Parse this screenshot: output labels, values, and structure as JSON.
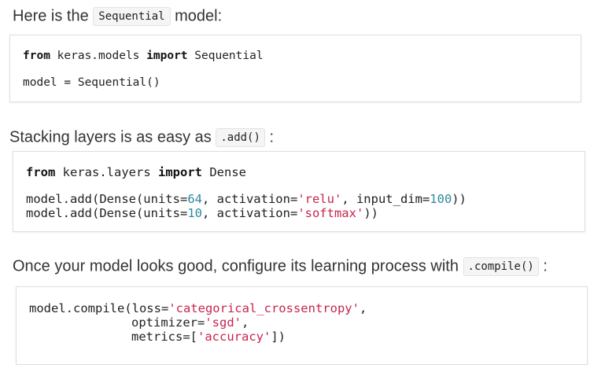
{
  "section1": {
    "text_before": "Here is the",
    "inline_code": "Sequential",
    "text_after": "model:",
    "code": {
      "line1": {
        "kw_from": "from",
        "module": "keras.models",
        "kw_import": "import",
        "name": "Sequential"
      },
      "line2": "model = Sequential()"
    }
  },
  "section2": {
    "text_before": "Stacking layers is as easy as",
    "inline_code": ".add()",
    "text_after": ":",
    "code": {
      "line1": {
        "kw_from": "from",
        "module": "keras.layers",
        "kw_import": "import",
        "name": "Dense"
      },
      "line2": {
        "p1": "model.add(Dense(units=",
        "n1": "64",
        "p2": ", activation=",
        "s1": "'relu'",
        "p3": ", input_dim=",
        "n2": "100",
        "p4": "))"
      },
      "line3": {
        "p1": "model.add(Dense(units=",
        "n1": "10",
        "p2": ", activation=",
        "s1": "'softmax'",
        "p3": "))"
      }
    }
  },
  "section3": {
    "text_before": "Once your model looks good, configure its learning process with",
    "inline_code": ".compile()",
    "text_after": ":",
    "code": {
      "line1": {
        "p1": "model.compile(loss=",
        "s1": "'categorical_crossentropy'",
        "p2": ","
      },
      "line2": {
        "p1": "optimizer=",
        "s1": "'sgd'",
        "p2": ","
      },
      "line3": {
        "p1": "metrics=[",
        "s1": "'accuracy'",
        "p2": "])"
      }
    }
  },
  "colors": {
    "string": "#c7254e",
    "number": "#2b8a9a",
    "text": "#333333",
    "code_border": "#dedede"
  }
}
